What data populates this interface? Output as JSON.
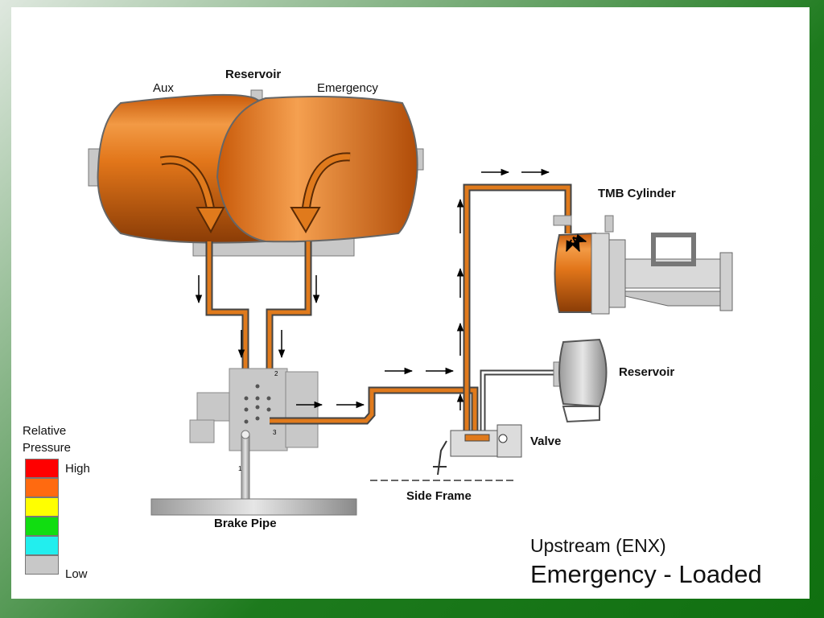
{
  "labels": {
    "reservoir_top": "Reservoir",
    "aux": "Aux",
    "emergency": "Emergency",
    "tmb_cylinder": "TMB Cylinder",
    "reservoir_right": "Reservoir",
    "valve": "Valve",
    "side_frame": "Side Frame",
    "brake_pipe": "Brake Pipe"
  },
  "legend": {
    "title_line1": "Relative",
    "title_line2": "Pressure",
    "high": "High",
    "low": "Low",
    "colors": [
      "#ff0000",
      "#ff6a10",
      "#ffff00",
      "#11dd11",
      "#22eeee",
      "#c8c8c8"
    ]
  },
  "valve_ports": [
    "2",
    "3",
    "1"
  ],
  "title": {
    "line1": "Upstream (ENX)",
    "line2": "Emergency - Loaded"
  },
  "colors": {
    "pipe_pressure": "#e07a1c",
    "tank": "#e2761a",
    "frame": "#107010"
  }
}
